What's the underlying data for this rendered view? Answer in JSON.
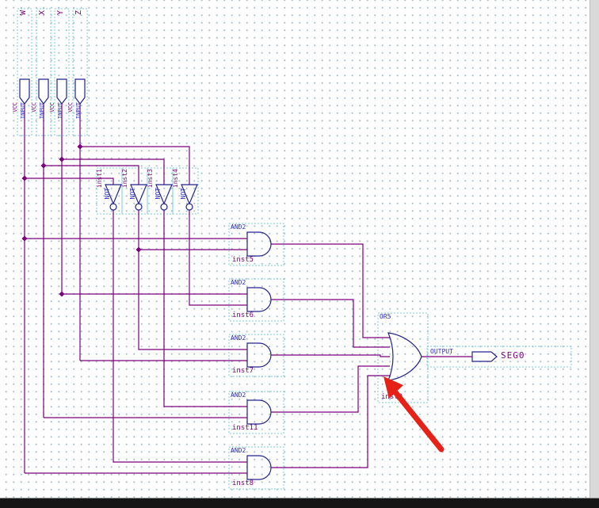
{
  "colors": {
    "wire": "#7b007b",
    "symbol_outline": "#23238c",
    "symbol_text": "#3030b8",
    "instance_text": "#7b007b",
    "selection_box": "#7ad0d6",
    "grid_dot": "#aabfca",
    "annotation_arrow": "#e62117"
  },
  "inputs": [
    {
      "name": "W",
      "pin_type": "INPUT",
      "default_value": "VCC"
    },
    {
      "name": "X",
      "pin_type": "INPUT",
      "default_value": "VCC"
    },
    {
      "name": "Y",
      "pin_type": "INPUT",
      "default_value": "VCC"
    },
    {
      "name": "Z",
      "pin_type": "INPUT",
      "default_value": "VCC"
    }
  ],
  "not_gates": [
    {
      "type": "NOT",
      "inst": "inst1"
    },
    {
      "type": "NOT",
      "inst": "inst2"
    },
    {
      "type": "NOT",
      "inst": "inst3"
    },
    {
      "type": "NOT",
      "inst": "inst4"
    }
  ],
  "and_gates": [
    {
      "type": "AND2",
      "inst": "inst5"
    },
    {
      "type": "AND2",
      "inst": "inst6"
    },
    {
      "type": "AND2",
      "inst": "inst7"
    },
    {
      "type": "AND2",
      "inst": "inst11"
    },
    {
      "type": "AND2",
      "inst": "inst8"
    }
  ],
  "or_gate": {
    "type": "OR5",
    "inst": "inst9"
  },
  "output": {
    "pin_type": "OUTPUT",
    "name": "SEG0"
  },
  "annotation": {
    "kind": "red-arrow"
  }
}
